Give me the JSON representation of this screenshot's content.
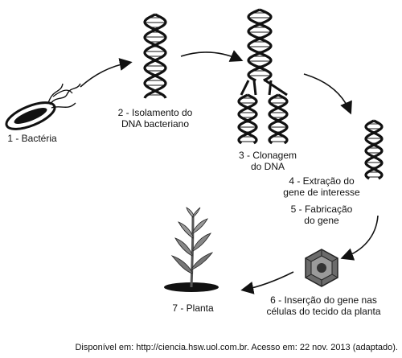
{
  "steps": [
    {
      "id": "s1",
      "line1": "1 - Bactéria"
    },
    {
      "id": "s2",
      "line1": "2 - Isolamento do",
      "line2": "DNA bacteriano"
    },
    {
      "id": "s3",
      "line1": "3 - Clonagem",
      "line2": "do DNA"
    },
    {
      "id": "s4",
      "line1": "4 - Extração do",
      "line2": "gene de interesse"
    },
    {
      "id": "s5",
      "line1": "5 - Fabricação",
      "line2": "do gene"
    },
    {
      "id": "s6",
      "line1": "6 - Inserção do gene nas",
      "line2": "células do tecido da planta"
    },
    {
      "id": "s7",
      "line1": "7 - Planta"
    }
  ],
  "source": "Disponível em: http://ciencia.hsw.uol.com.br. Acesso em: 22 nov. 2013 (adaptado)."
}
